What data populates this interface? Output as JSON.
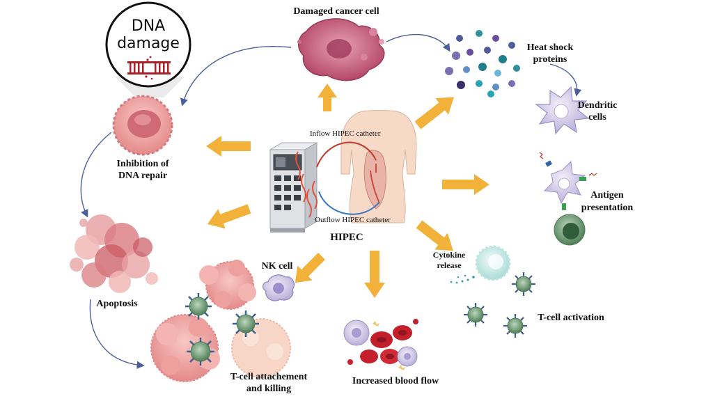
{
  "labels": {
    "dna_damage_line1": "DNA",
    "dna_damage_line2": "damage",
    "damaged_cancer_cell": "Damaged cancer cell",
    "heat_shock_line1": "Heat shock",
    "heat_shock_line2": "proteins",
    "dendritic_line1": "Dendritic",
    "dendritic_line2": "cells",
    "inhibition_line1": "Inhibition of",
    "inhibition_line2": "DNA repair",
    "inflow_catheter": "Inflow HIPEC catheter",
    "outflow_catheter": "Outflow HIPEC catheter",
    "hipec": "HIPEC",
    "antigen_line1": "Antigen",
    "antigen_line2": "presentation",
    "apoptosis": "Apoptosis",
    "nk_cell": "NK cell",
    "cytokine_line1": "Cytokine",
    "cytokine_line2": "release",
    "tcell_activation": "T-cell activation",
    "tcell_attach_line1": "T-cell attachement",
    "tcell_attach_line2": "and killing",
    "increased_blood_flow": "Increased blood flow"
  },
  "colors": {
    "arrow_orange": "#f2b23a",
    "curve_blue": "#4c5f9a",
    "cancer_pink": "#c9607a",
    "tumor_pink": "#f0a3a3",
    "tcell_green": "#6e9a74",
    "dendritic_lavender": "#d9d3ec",
    "rbc_red": "#c41f2c",
    "machine_gray": "#d4d6da"
  }
}
